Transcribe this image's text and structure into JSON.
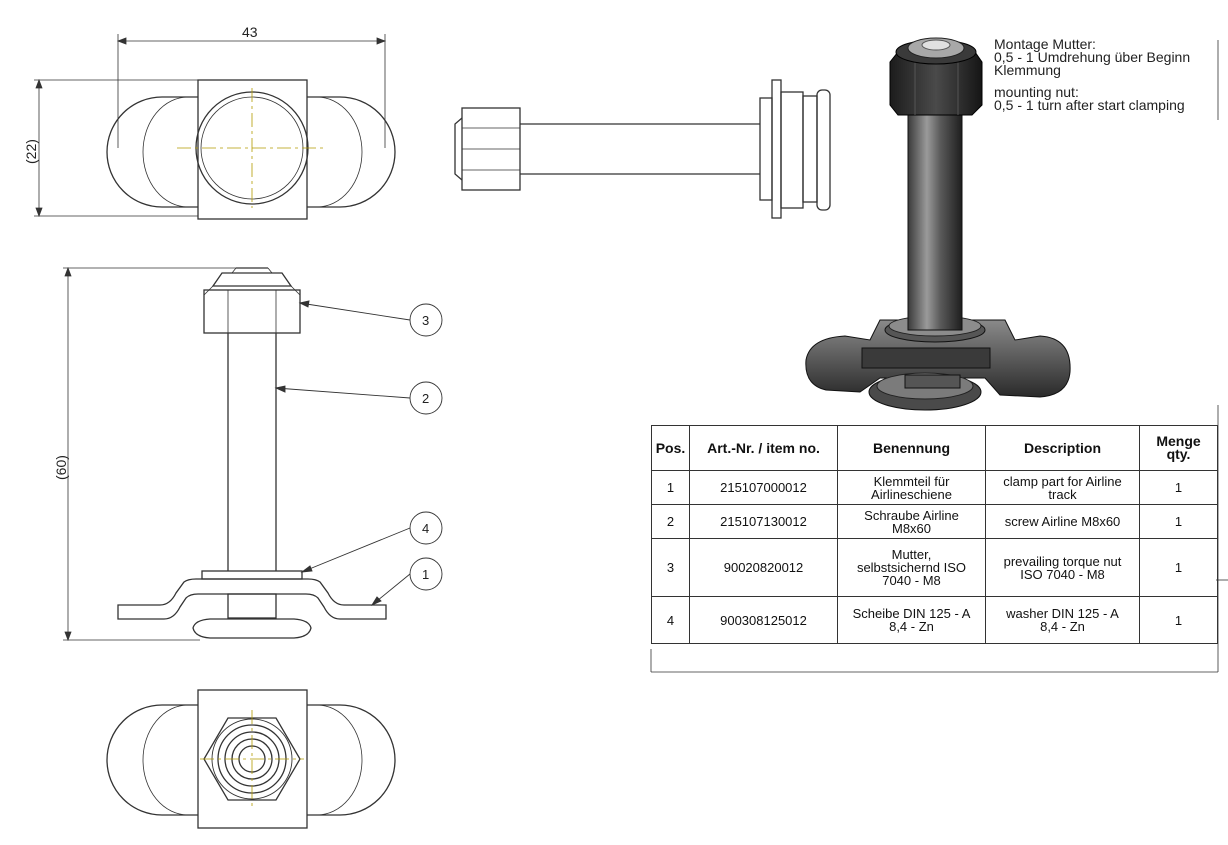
{
  "dimensions": {
    "width_top": "43",
    "height_top": "(22)",
    "height_side": "(60)"
  },
  "balloons": [
    "3",
    "2",
    "4",
    "1"
  ],
  "note": {
    "de_line1": "Montage Mutter:",
    "de_line2": "0,5 - 1 Umdrehung über Beginn",
    "de_line3": "Klemmung",
    "en_line1": "mounting nut:",
    "en_line2": "0,5 - 1 turn after start clamping"
  },
  "bom": {
    "headers": {
      "pos": "Pos.",
      "art": "Art.-Nr. / item no.",
      "benennung": "Benennung",
      "description": "Description",
      "menge_1": "Menge",
      "menge_2": "qty."
    },
    "rows": [
      {
        "pos": "1",
        "art": "215107000012",
        "ben_1": "Klemmteil für",
        "ben_2": "Airlineschiene",
        "ben_3": "",
        "desc_1": "clamp part for Airline",
        "desc_2": "track",
        "qty": "1"
      },
      {
        "pos": "2",
        "art": "215107130012",
        "ben_1": "Schraube Airline",
        "ben_2": "M8x60",
        "ben_3": "",
        "desc_1": "screw Airline M8x60",
        "desc_2": "",
        "qty": "1"
      },
      {
        "pos": "3",
        "art": "90020820012",
        "ben_1": "Mutter,",
        "ben_2": "selbstsichernd ISO",
        "ben_3": "7040 - M8",
        "desc_1": "prevailing torque nut",
        "desc_2": "ISO 7040 - M8",
        "qty": "1"
      },
      {
        "pos": "4",
        "art": "900308125012",
        "ben_1": "Scheibe DIN 125 - A",
        "ben_2": "8,4 - Zn",
        "ben_3": "",
        "desc_1": "washer DIN 125 - A",
        "desc_2": "8,4 - Zn",
        "qty": "1"
      }
    ]
  },
  "colors": {
    "line": "#333333",
    "centerline": "#b39b00",
    "render_dark": "#2b2b2b",
    "render_mid": "#6a6a6a",
    "render_light": "#bdbdbd"
  }
}
